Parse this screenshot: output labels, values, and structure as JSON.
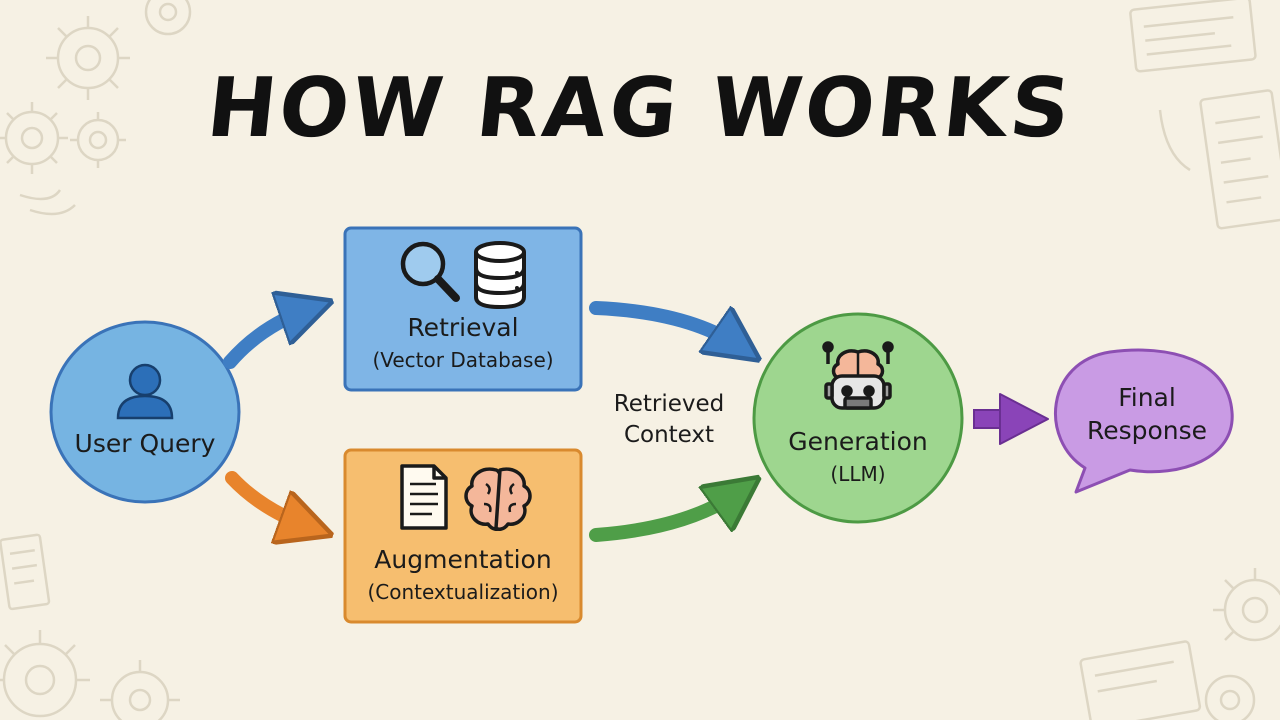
{
  "title": "HOW RAG WORKS",
  "nodes": {
    "user_query": {
      "label": "User Query",
      "icon": "user-icon",
      "color": "#76b4e2"
    },
    "retrieval": {
      "label": "Retrieval",
      "sub": "(Vector Database)",
      "icons": [
        "magnifier-icon",
        "database-icon"
      ],
      "color": "#7fb5e6"
    },
    "augmentation": {
      "label": "Augmentation",
      "sub": "(Contextualization)",
      "icons": [
        "document-icon",
        "brain-icon"
      ],
      "color": "#f6be6f"
    },
    "generation": {
      "label": "Generation",
      "sub": "(LLM)",
      "icon": "robot-brain-icon",
      "color": "#9ed68f"
    },
    "final_response": {
      "label": "Final",
      "label2": "Response",
      "color": "#c99be4"
    }
  },
  "edge_labels": {
    "retrieved": "Retrieved",
    "context": "Context"
  },
  "colors": {
    "blue_arrow": "#3f7ec4",
    "orange_arrow": "#e8842c",
    "green_arrow": "#4f9e48",
    "purple_arrow": "#8a44b8",
    "outline_blue": "#3a73b8",
    "outline_orange": "#d98a2e",
    "outline_green": "#4d9a44",
    "outline_purple": "#8d4fb3"
  }
}
